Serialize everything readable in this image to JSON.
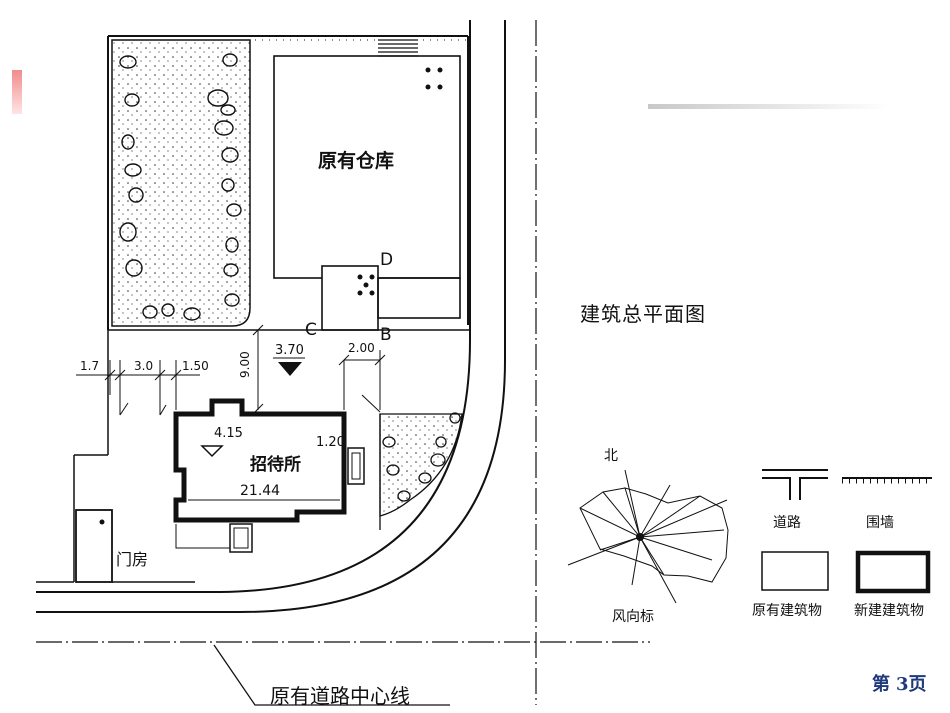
{
  "title": "建筑总平面图",
  "page": {
    "prefix": "第",
    "number": "3页"
  },
  "road_centerline_label": "原有道路中心线",
  "buildings": {
    "warehouse": "原有仓库",
    "guest_house": "招待所",
    "gate_house": "门房"
  },
  "dimensions": {
    "d1": "1.7",
    "d2": "3.0",
    "d3": "1.50",
    "d4": "3.70",
    "d5": "2.00",
    "d6": "9.00",
    "d7": "1.20",
    "d8": "21.44",
    "level": "4.15"
  },
  "markers": {
    "b": "B",
    "c": "C",
    "d": "D"
  },
  "legend": {
    "north": "北",
    "wind_rose": "风向标",
    "road": "道路",
    "wall": "围墙",
    "existing": "原有建筑物",
    "new": "新建建筑物"
  }
}
